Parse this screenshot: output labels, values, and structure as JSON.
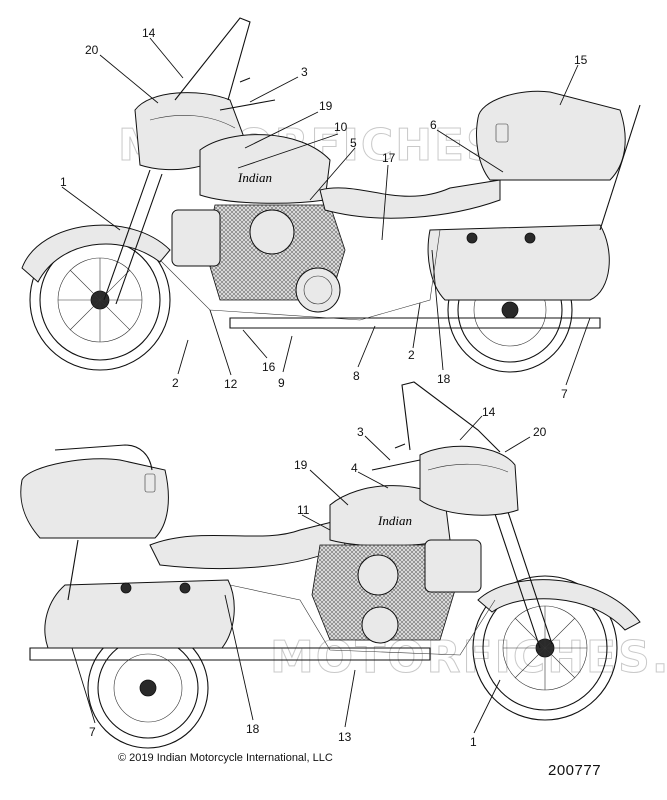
{
  "watermark": "MOTORFICHES.NL",
  "footer": {
    "copyright": "© 2019 Indian Motorcycle International, LLC",
    "diagram_id": "200777"
  },
  "tank_script": "Indian",
  "top_view": {
    "callouts": [
      "14",
      "20",
      "3",
      "15",
      "19",
      "10",
      "6",
      "5",
      "17",
      "1",
      "2",
      "12",
      "16",
      "9",
      "8",
      "2",
      "18",
      "7"
    ]
  },
  "bottom_view": {
    "callouts": [
      "14",
      "3",
      "20",
      "4",
      "19",
      "11",
      "7",
      "18",
      "13",
      "1"
    ]
  }
}
